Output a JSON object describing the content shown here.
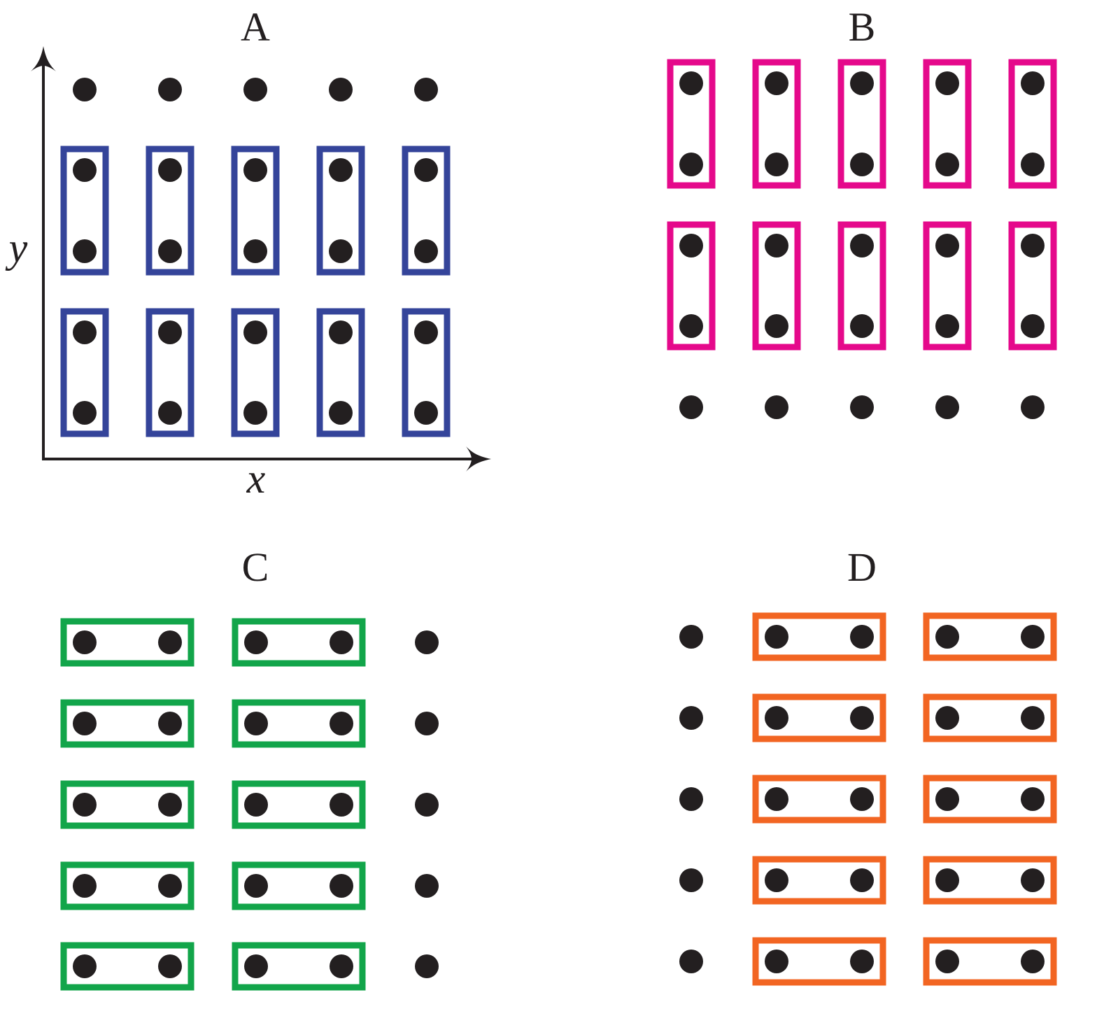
{
  "colors": {
    "dot": "#231f20",
    "axis": "#231f20",
    "panel_a_box": "#34449a",
    "panel_b_box": "#e5098b",
    "panel_c_box": "#12a54a",
    "panel_d_box": "#f26522"
  },
  "axes": {
    "x_label": "x",
    "y_label": "y"
  },
  "panels": [
    {
      "id": "a",
      "label": "A",
      "color_key": "panel_a_box",
      "dimer_direction": "vertical",
      "unpaired_side": "top"
    },
    {
      "id": "b",
      "label": "B",
      "color_key": "panel_b_box",
      "dimer_direction": "vertical",
      "unpaired_side": "bottom"
    },
    {
      "id": "c",
      "label": "C",
      "color_key": "panel_c_box",
      "dimer_direction": "horizontal",
      "unpaired_side": "right"
    },
    {
      "id": "d",
      "label": "D",
      "color_key": "panel_d_box",
      "dimer_direction": "horizontal",
      "unpaired_side": "left"
    }
  ]
}
